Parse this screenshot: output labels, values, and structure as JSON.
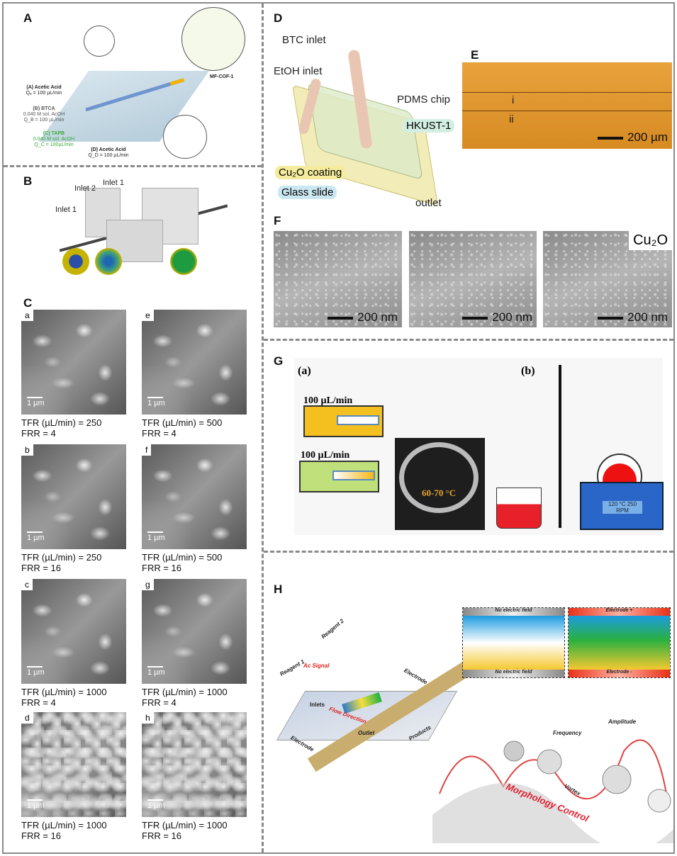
{
  "panels": {
    "A": {
      "label": "A",
      "inlet_a": "(A) Acetic Acid",
      "q_a": "Qₐ = 100 µL/min",
      "inlet_b": "(B) BTCA",
      "conc_b": "0.040 M sol. AcOH",
      "q_b": "Q_B = 100 µL/min",
      "inlet_c": "(C) TAPB",
      "conc_c": "0.040 M sol. AcOH",
      "q_c": "Q_C = 100µL/min",
      "inlet_d": "(D) Acetic Acid",
      "q_d": "Q_D = 100 µL/min",
      "product": "MF-COF-1"
    },
    "B": {
      "label": "B",
      "inlet2": "Inlet 2",
      "inlet1_top": "Inlet 1",
      "inlet1_left": "Inlet 1"
    },
    "C": {
      "label": "C",
      "scale": "1 µm",
      "images": [
        {
          "tag": "a",
          "tfr": "TFR (µL/min) = 250",
          "frr": "FRR = 4"
        },
        {
          "tag": "e",
          "tfr": "TFR (µL/min) = 500",
          "frr": "FRR = 4"
        },
        {
          "tag": "b",
          "tfr": "TFR (µL/min) = 250",
          "frr": "FRR = 16"
        },
        {
          "tag": "f",
          "tfr": "TFR (µL/min) = 500",
          "frr": "FRR = 16"
        },
        {
          "tag": "c",
          "tfr": "TFR (µL/min) = 1000",
          "frr": "FRR = 4"
        },
        {
          "tag": "g",
          "tfr": "TFR (µL/min) = 1000",
          "frr": "FRR = 4"
        },
        {
          "tag": "d",
          "tfr": "TFR (µL/min) = 1000",
          "frr": "FRR = 16"
        },
        {
          "tag": "h",
          "tfr": "TFR (µL/min) = 1000",
          "frr": "FRR = 16"
        }
      ]
    },
    "D": {
      "label": "D",
      "btc": "BTC inlet",
      "etoh": "EtOH inlet",
      "pdms": "PDMS chip",
      "hkust": "HKUST-1",
      "cu2o": "Cu₂O coating",
      "glass": "Glass slide",
      "outlet": "outlet"
    },
    "E": {
      "label": "E",
      "i": "i",
      "ii": "ii",
      "scale": "200 µm"
    },
    "F": {
      "label": "F",
      "scale": "200 nm",
      "cu2o": "Cu₂O"
    },
    "G": {
      "label": "G",
      "a": "(a)",
      "b": "(b)",
      "rate1": "100 µL/min",
      "rate2": "100 µL/min",
      "temp": "60-70 °C",
      "hotplate": "120 °C 250 RPM"
    },
    "H": {
      "label": "H",
      "reagent1": "Reagent 1",
      "reagent2": "Reagent 2",
      "ac": "Ac Signal",
      "inlets": "Inlets",
      "flow": "Flow Direction",
      "outlet": "Outlet",
      "products": "Products",
      "electrode1": "Electrode",
      "electrode2": "Electrode",
      "no_field_top": "No electric field",
      "no_field_bottom": "No electric field",
      "electrode_plus": "Electrode +",
      "electrode_minus": "Electrode -",
      "frequency": "Frequency",
      "amplitude": "Amplitude",
      "vortex": "Vortex",
      "morph": "Morphology Control"
    }
  }
}
